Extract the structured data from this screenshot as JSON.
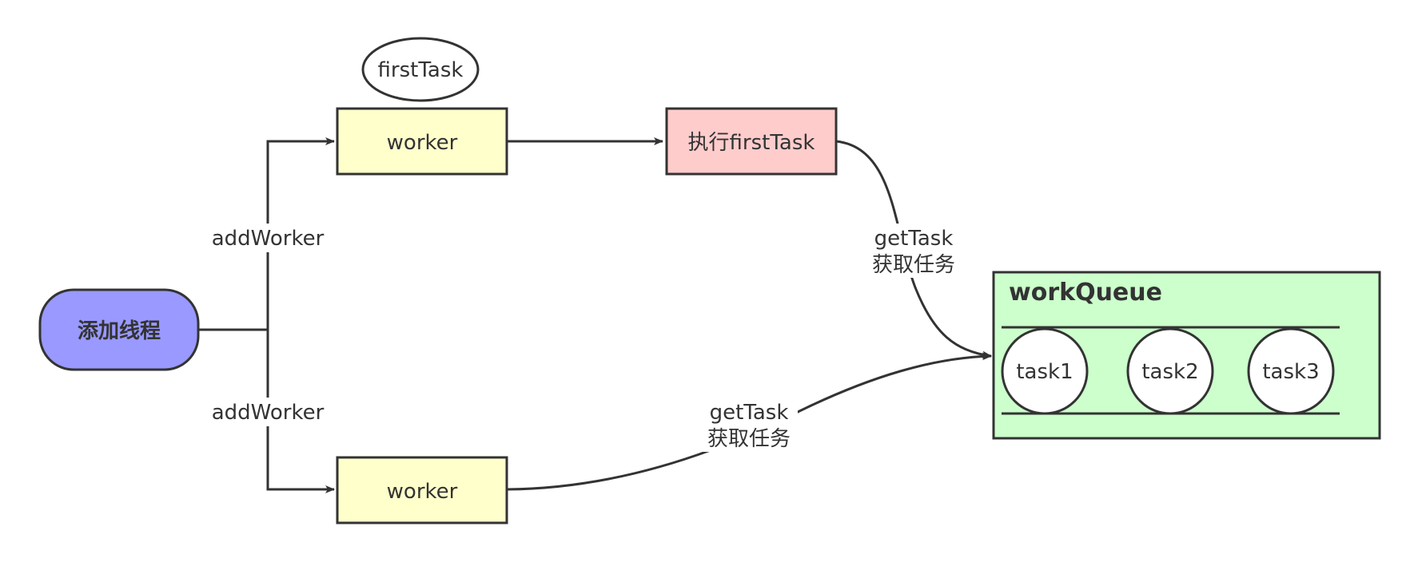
{
  "nodes": {
    "start": {
      "label": "添加线程",
      "fill": "#9999ff"
    },
    "worker_top": {
      "label": "worker",
      "fill": "#ffffcc"
    },
    "first_task": {
      "label": "firstTask",
      "fill": "#ffffff"
    },
    "exec_first_task": {
      "label": "执行firstTask",
      "fill": "#ffcccc"
    },
    "worker_bottom": {
      "label": "worker",
      "fill": "#ffffcc"
    },
    "work_queue": {
      "title": "workQueue",
      "fill": "#ccffcc",
      "tasks": [
        "task1",
        "task2",
        "task3"
      ]
    }
  },
  "edges": {
    "add_worker_top": {
      "label": "addWorker"
    },
    "add_worker_bottom": {
      "label": "addWorker"
    },
    "get_task_top": {
      "line1": "getTask",
      "line2": "获取任务"
    },
    "get_task_bottom": {
      "line1": "getTask",
      "line2": "获取任务"
    }
  },
  "colors": {
    "stroke": "#333333",
    "text": "#333333"
  }
}
